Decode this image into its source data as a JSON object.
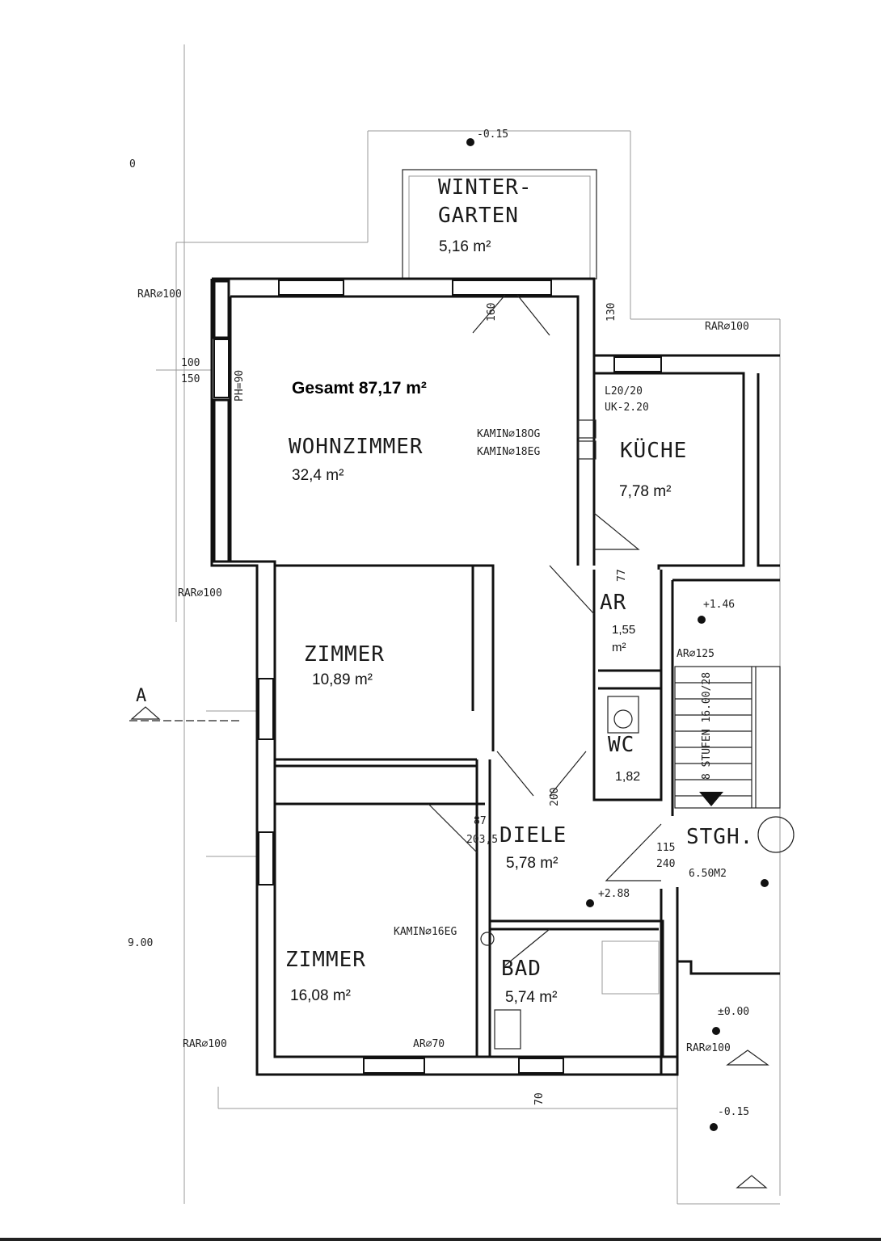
{
  "total": "Gesamt 87,17 m²",
  "rooms": {
    "wintergarten": {
      "name1": "WINTER-",
      "name2": "GARTEN",
      "area": "5,16 m²"
    },
    "wohnzimmer": {
      "name": "WOHNZIMMER",
      "area": "32,4 m²"
    },
    "kueche": {
      "name": "KÜCHE",
      "area": "7,78 m²"
    },
    "ar": {
      "name": "AR",
      "area1": "1,55",
      "area2": "m²"
    },
    "zimmer1": {
      "name": "ZIMMER",
      "area": "10,89  m²"
    },
    "wc": {
      "name": "WC",
      "area": "1,82"
    },
    "diele": {
      "name": "DIELE",
      "area": "5,78 m²"
    },
    "stgh": {
      "name": "STGH.",
      "sub": "6.50M2"
    },
    "zimmer2": {
      "name": "ZIMMER",
      "area": "16,08 m²"
    },
    "bad": {
      "name": "BAD",
      "area": "5,74 m²"
    }
  },
  "annotations": {
    "kamin_og": "KAMIN⌀18OG",
    "kamin_eg": "KAMIN⌀18EG",
    "kamin_16": "KAMIN⌀16EG",
    "l2020": "L20/20",
    "uk": "UK-2.20",
    "rar1": "RAR⌀100",
    "rar2": "RAR⌀100",
    "rar3": "RAR⌀100",
    "rar4": "RAR⌀100",
    "rar5": "RAR⌀100",
    "ar125": "AR⌀125",
    "ar70": "AR⌀70",
    "lvl_146": "+1.46",
    "lvl_288": "+2.88",
    "lvl_000": "±0.00",
    "lvl_015a": "-0.15",
    "lvl_015b": "-0.15",
    "ph": "PH=90",
    "stufen": "8 STUFEN 16.00/28",
    "dim_900": "9.00",
    "dim_0": "0",
    "section": "A",
    "d_100": "100",
    "d_150": "150",
    "d_87": "87",
    "d_2035": "203,5",
    "d_77": "77",
    "d_130": "130",
    "d_70": "70",
    "d_115": "115",
    "d_240": "240",
    "d_160": "160",
    "d_200": "200"
  }
}
